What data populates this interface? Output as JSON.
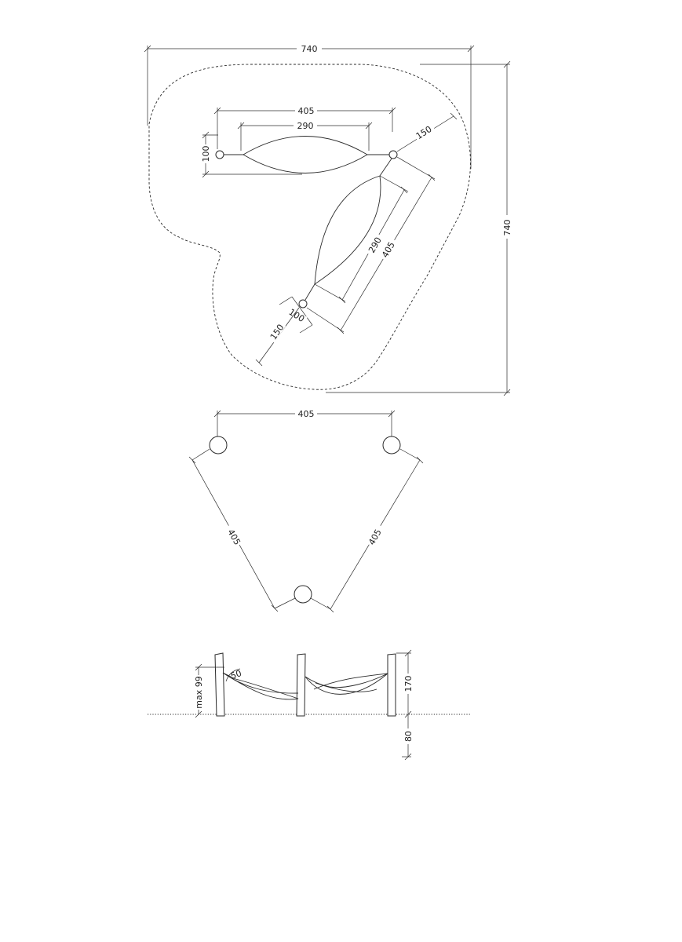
{
  "plan": {
    "overall_width": "740",
    "overall_depth": "740",
    "top_hammock_span": "405",
    "top_hammock_length": "290",
    "top_hammock_width": "100",
    "clearance_upper": "150",
    "diag_hammock_length": "290",
    "diag_hammock_span": "405",
    "diag_hammock_width": "100",
    "clearance_lower": "150"
  },
  "post_layout": {
    "top_distance": "405",
    "left_distance": "405",
    "right_distance": "405"
  },
  "elevation": {
    "max_height": "max 99",
    "angle": "50",
    "post_height": "170",
    "foundation_depth": "80"
  }
}
